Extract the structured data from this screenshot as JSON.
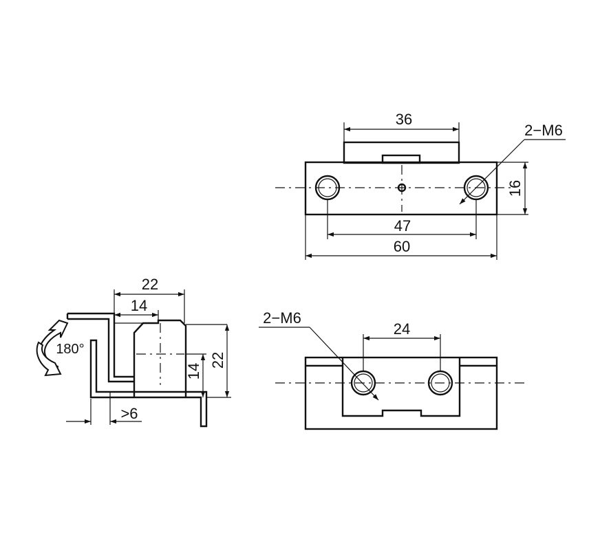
{
  "top_view": {
    "width_36": "36",
    "thread_label": "2−M6",
    "height_16": "16",
    "hole_spacing_47": "47",
    "overall_60": "60"
  },
  "side_view": {
    "dim_22_top": "22",
    "dim_14_top": "14",
    "dim_14_vertical": "14",
    "dim_22_vertical": "22",
    "rotation_label": "180°",
    "offset_label": ">6"
  },
  "front_view": {
    "thread_label": "2−M6",
    "hole_spacing_24": "24"
  },
  "colors": {
    "line": "#111111",
    "background": "#ffffff"
  }
}
